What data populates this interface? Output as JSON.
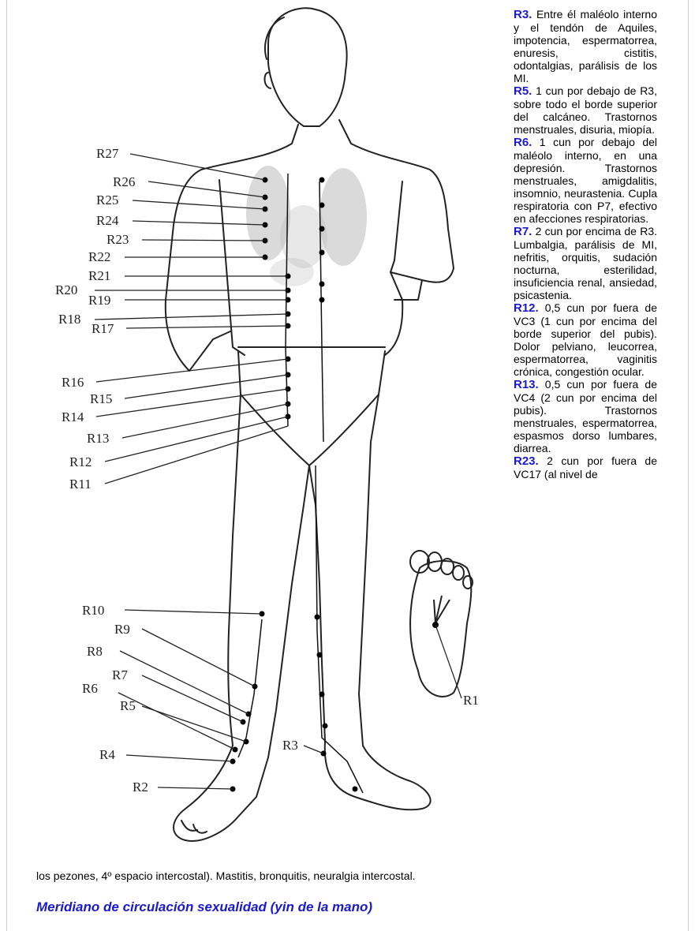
{
  "figure": {
    "labels_left": [
      "R27",
      "R26",
      "R25",
      "R24",
      "R23",
      "R22",
      "R21",
      "R20",
      "R19",
      "R18",
      "R17",
      "R16",
      "R15",
      "R14",
      "R13",
      "R12",
      "R11",
      "R10",
      "R9",
      "R8",
      "R7",
      "R6",
      "R5",
      "R4",
      "R2"
    ],
    "label_r3": "R3",
    "label_r1": "R1"
  },
  "entries": [
    {
      "code": "R3.",
      "text": " Entre él maléolo interno y el tendón de Aquiles, impotencia, espermatorrea, enuresis, cistitis, odontalgias, parálisis de los MI."
    },
    {
      "code": "R5.",
      "text": " 1 cun por debajo de R3, sobre todo el borde superior del calcáneo. Trastornos menstruales, disuria, miopía."
    },
    {
      "code": "R6.",
      "text": " 1 cun por debajo del maléolo interno, en una depresión. Trastornos menstruales, amigdalitis, insomnio, neurastenia. Cupla respiratoria con P7, efectivo en afecciones respiratorias."
    },
    {
      "code": "R7.",
      "text": " 2 cun por encima de R3. Lumbalgia, parálisis de MI, nefritis, orquitis, sudación nocturna, esterilidad, insuficiencia renal, ansiedad, psicastenia."
    },
    {
      "code": "R12.",
      "text": " 0,5 cun por fuera de VC3 (1 cun por encima del borde superior del pubis). Dolor pelviano, leucorrea, espermatorrea, vaginitis crónica, congestión ocular."
    },
    {
      "code": "R13.",
      "text": " 0,5 cun por fuera de VC4 (2 cun por encima del pubis). Trastornos menstruales, espermatorrea, espasmos dorso lumbares, diarrea."
    },
    {
      "code": "R23.",
      "text": " 2 cun por fuera de VC17 (al nivel de"
    }
  ],
  "tail_text": "los pezones, 4º espacio intercostal). Mastitis, bronquitis, neuralgia intercostal.",
  "heading": "Meridiano de circulación sexualidad (yin de la mano)"
}
